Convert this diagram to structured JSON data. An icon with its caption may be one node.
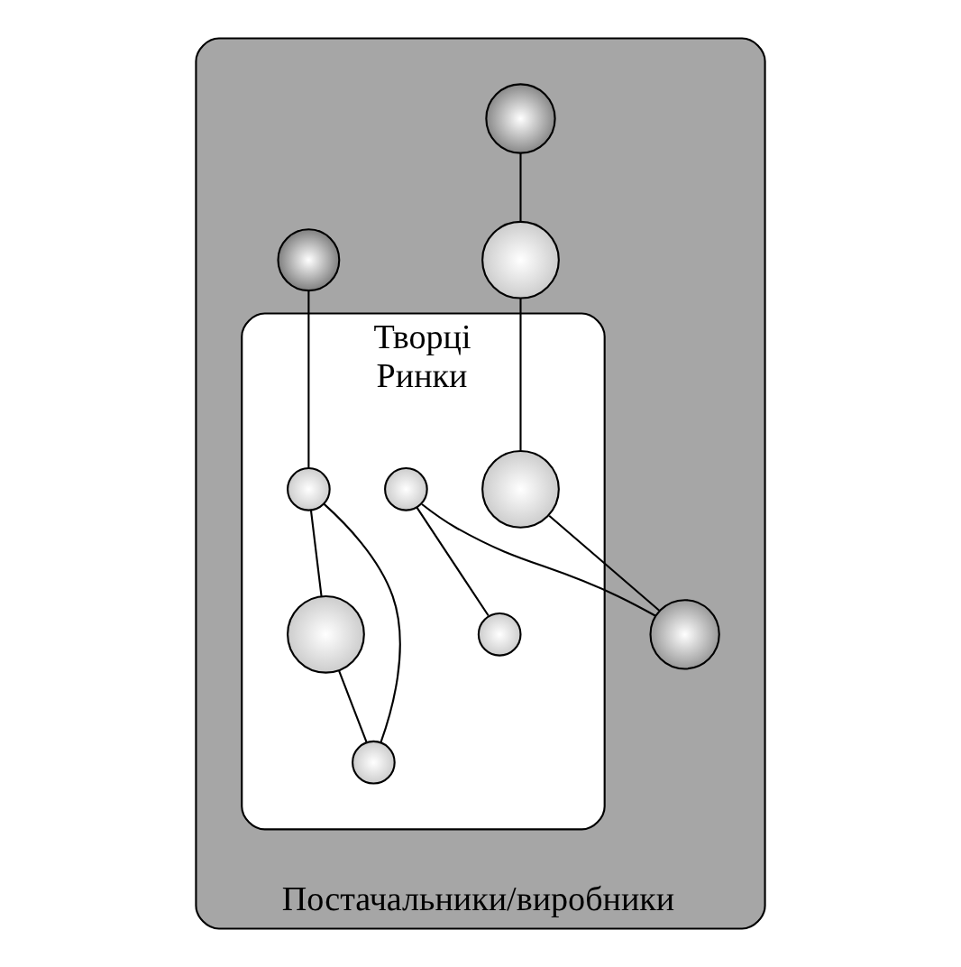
{
  "diagram": {
    "nodes": [
      {
        "text": [
          "Постачальники/виробники"
        ]
      },
      {
        "text": [
          "Творці",
          "Ринки"
        ],
        "in": 0
      },
      {
        "text": [],
        "shape": "circle",
        "in": 0
      },
      {
        "text": [],
        "shape": "circle",
        "in": 1
      },
      {
        "text": [],
        "shape": "circle",
        "in": 1
      },
      {
        "text": [],
        "shape": "circle",
        "in": 1
      },
      {
        "text": [],
        "shape": "circle",
        "in": 1
      },
      {
        "text": [],
        "shape": "circle",
        "in": 1
      },
      {
        "text": [],
        "shape": "circle",
        "in": 0
      },
      {
        "text": [],
        "shape": "circle",
        "in": 0
      },
      {
        "text": [],
        "shape": "circle",
        "in": 0
      },
      {
        "text": [],
        "shape": "circle",
        "in": 1
      }
    ],
    "edges": [
      {
        "from": 2,
        "to": 3,
        "arrow": "none"
      },
      {
        "from": 3,
        "to": 4,
        "arrow": "none"
      },
      {
        "from": 3,
        "to": 5,
        "arrow": "none"
      },
      {
        "from": 4,
        "to": 5,
        "arrow": "none"
      },
      {
        "from": 6,
        "to": 7,
        "arrow": "none"
      },
      {
        "from": 6,
        "to": 8,
        "arrow": "none"
      },
      {
        "from": 9,
        "to": 10,
        "arrow": "none"
      },
      {
        "from": 10,
        "to": 11,
        "arrow": "none"
      },
      {
        "from": 11,
        "to": 8,
        "arrow": "none"
      }
    ]
  }
}
